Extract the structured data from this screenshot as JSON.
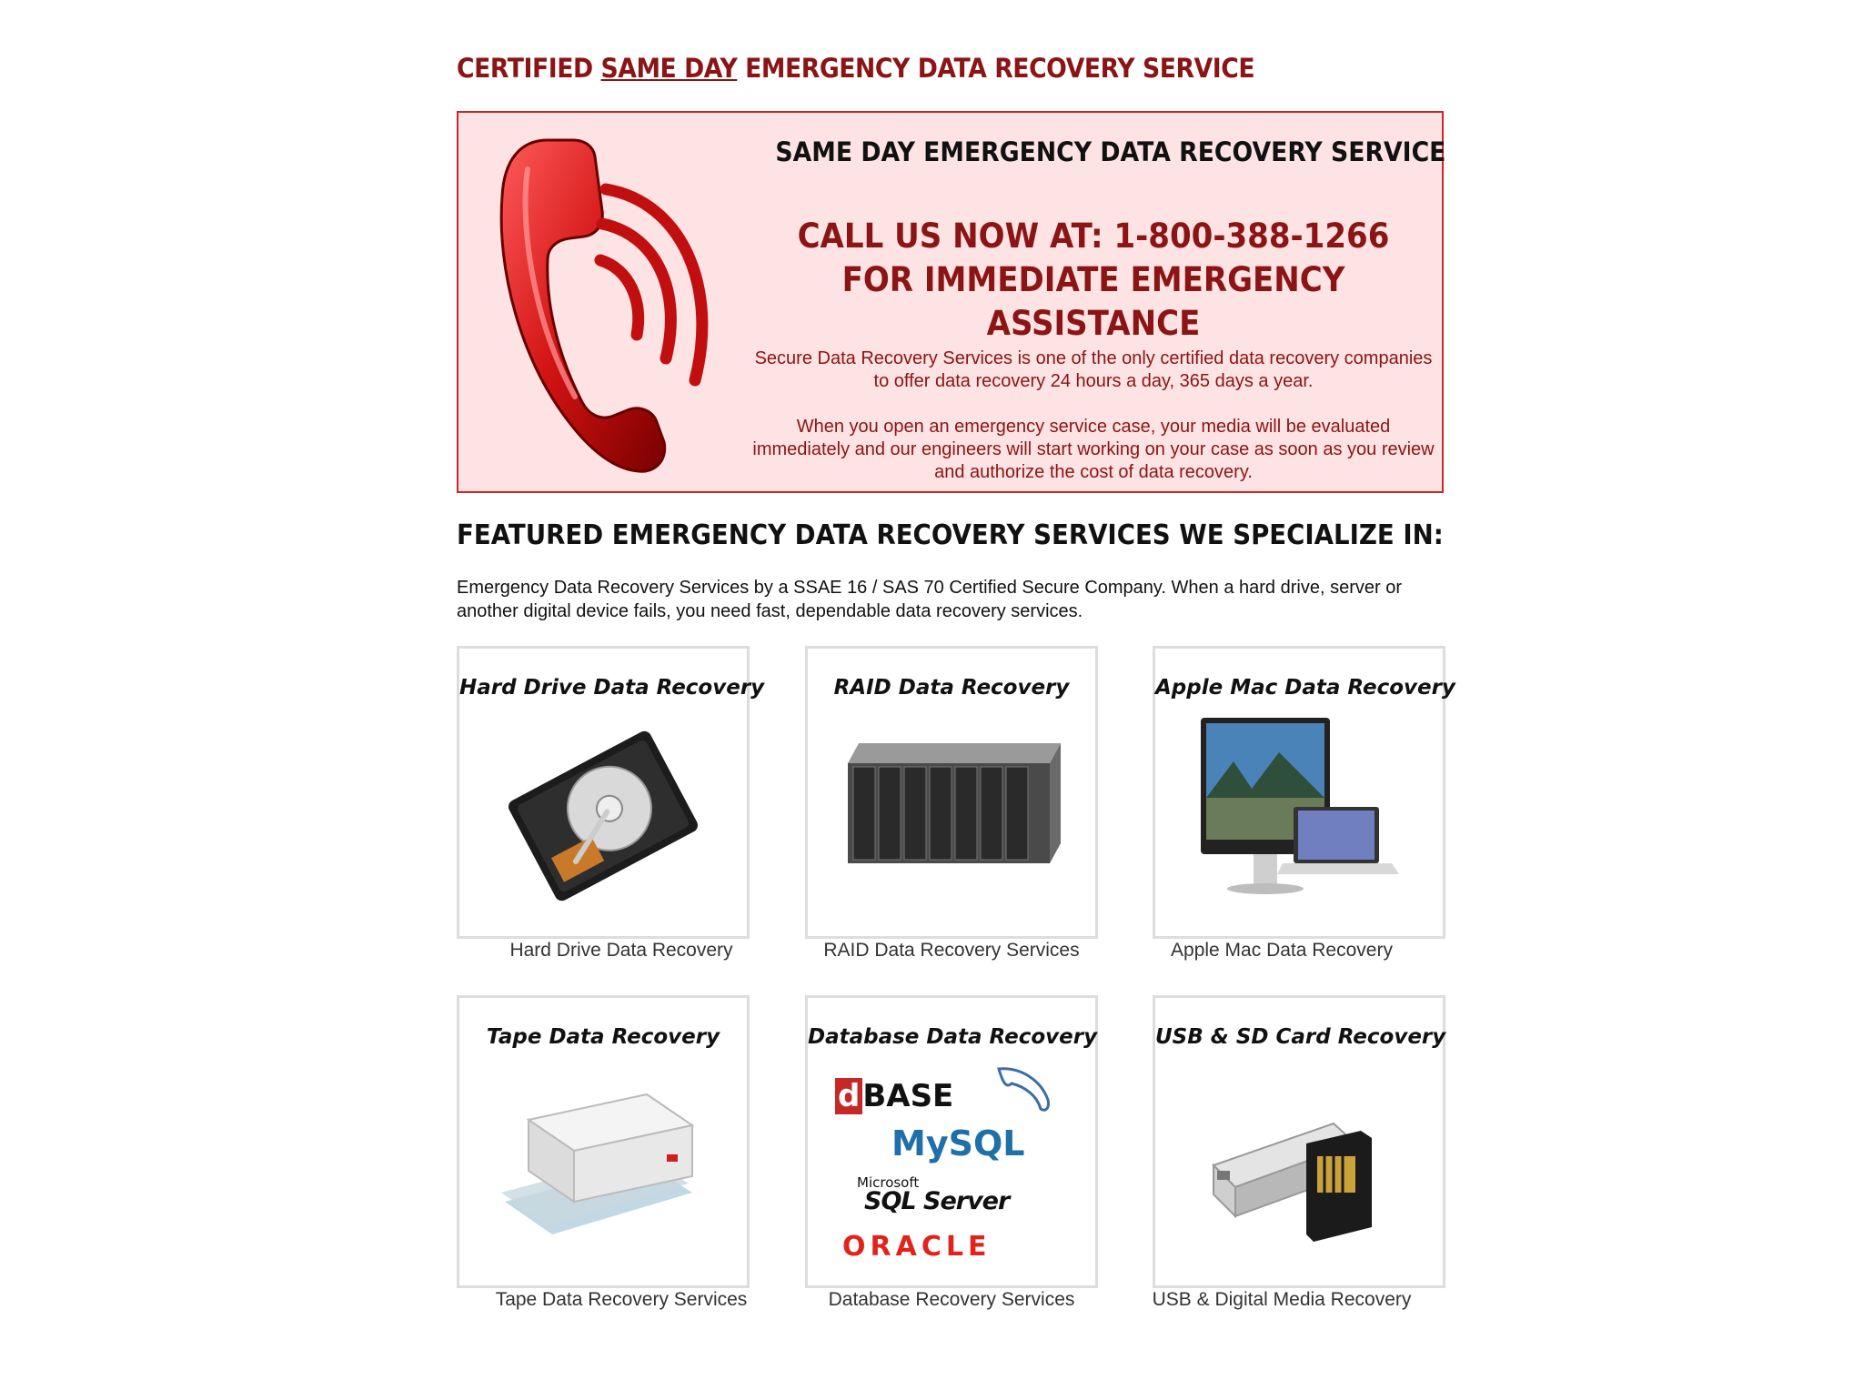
{
  "header": {
    "title_part1": "CERTIFIED ",
    "title_underlined": "SAME DAY",
    "title_part2": " EMERGENCY DATA RECOVERY SERVICE"
  },
  "banner": {
    "heading": "SAME DAY EMERGENCY DATA RECOVERY SERVICE",
    "callout": "CALL US NOW AT: 1-800-388-1266 FOR IMMEDIATE EMERGENCY ASSISTANCE",
    "paragraph1": "Secure Data Recovery Services is one of the only certified data recovery companies to offer data recovery 24 hours a day, 365 days a year.",
    "paragraph2": "When you open an emergency service case, your media will be evaluated immediately and our engineers will start working on your case as soon as you review and authorize the cost of data recovery.",
    "icon": "telephone-icon"
  },
  "featured": {
    "heading": "FEATURED EMERGENCY DATA RECOVERY SERVICES WE SPECIALIZE IN:",
    "intro": "Emergency Data Recovery Services by a SSAE 16 / SAS 70 Certified Secure Company. When a hard drive, server or another digital device fails, you need fast, dependable data recovery services."
  },
  "services": [
    {
      "title": "Hard Drive Data Recovery",
      "caption": "Hard Drive Data Recovery",
      "image": "hard-drive-image"
    },
    {
      "title": "RAID Data Recovery",
      "caption": "RAID Data Recovery Services",
      "image": "raid-server-image"
    },
    {
      "title": "Apple Mac Data Recovery",
      "caption": "Apple Mac Data Recovery",
      "image": "apple-mac-image"
    },
    {
      "title": "Tape Data Recovery",
      "caption": "Tape Data Recovery Services",
      "image": "tape-cartridge-image"
    },
    {
      "title": "Database Data Recovery",
      "caption": "Database Recovery Services",
      "image": "database-logos-image"
    },
    {
      "title": "USB & SD Card Recovery",
      "caption": "USB & Digital Media Recovery",
      "image": "usb-sd-card-image"
    }
  ],
  "database_logos": {
    "dbase": "BASE",
    "dbase_letter": "d",
    "mysql": "MySQL",
    "microsoft": "Microsoft",
    "sqlserver": "SQL Server",
    "oracle": "ORACLE"
  },
  "colors": {
    "accent": "#8b1414",
    "banner_bg": "#fde3e3",
    "banner_border": "#c62828"
  }
}
